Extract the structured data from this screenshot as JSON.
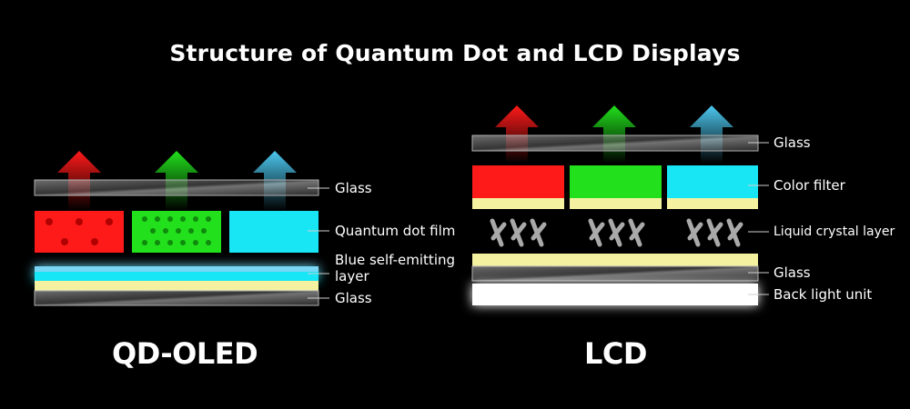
{
  "title": "Structure of Quantum Dot and LCD Displays",
  "qd_oled": {
    "name": "QD-OLED",
    "labels": {
      "glass_top": "Glass",
      "quantum_dot_film": "Quantum dot film",
      "blue_layer_line1": "Blue self-emitting",
      "blue_layer_line2": "layer",
      "glass_bottom": "Glass"
    }
  },
  "lcd": {
    "name": "LCD",
    "labels": {
      "glass_top": "Glass",
      "color_filter": "Color filter",
      "liquid_crystal": "Liquid crystal layer",
      "glass_bottom": "Glass",
      "back_light": "Back light unit"
    }
  },
  "colors": {
    "background": "#000000",
    "red": "#ff1a1a",
    "green": "#22e01c",
    "cyan": "#19e6f5",
    "yellow": "#f4f2a0",
    "glass": "#9a9a9a",
    "white": "#ffffff"
  }
}
